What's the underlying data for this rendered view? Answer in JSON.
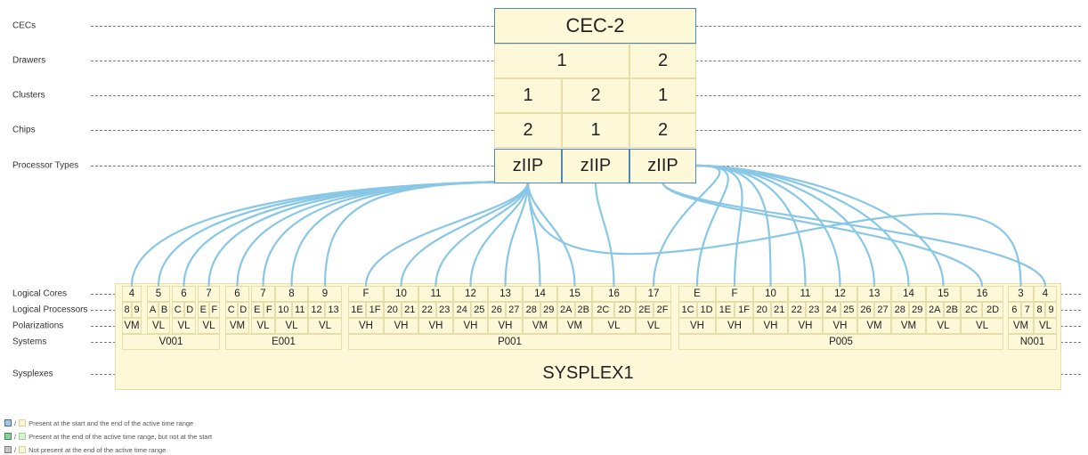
{
  "row_labels": {
    "cecs": "CECs",
    "drawers": "Drawers",
    "clusters": "Clusters",
    "chips": "Chips",
    "processor_types": "Processor Types",
    "logical_cores": "Logical Cores",
    "logical_processors": "Logical Processors",
    "polarizations": "Polarizations",
    "systems": "Systems",
    "sysplexes": "Sysplexes"
  },
  "cec": {
    "label": "CEC-2"
  },
  "drawers": [
    {
      "label": "1"
    },
    {
      "label": "2"
    }
  ],
  "clusters": [
    {
      "label": "1"
    },
    {
      "label": "2"
    },
    {
      "label": "1"
    }
  ],
  "chips": [
    {
      "label": "2"
    },
    {
      "label": "1"
    },
    {
      "label": "2"
    }
  ],
  "processor_types": [
    {
      "label": "zIIP"
    },
    {
      "label": "zIIP"
    },
    {
      "label": "zIIP"
    }
  ],
  "systems": [
    {
      "name": "V001",
      "cores": [
        {
          "core": "4",
          "lps": [
            "8",
            "9"
          ],
          "pol": "VM",
          "pt": 0
        },
        {
          "core": "5",
          "lps": [
            "A",
            "B"
          ],
          "pol": "VL",
          "pt": 0
        },
        {
          "core": "6",
          "lps": [
            "C",
            "D"
          ],
          "pol": "VL",
          "pt": 0
        },
        {
          "core": "7",
          "lps": [
            "E",
            "F"
          ],
          "pol": "VL",
          "pt": 0
        }
      ]
    },
    {
      "name": "E001",
      "cores": [
        {
          "core": "6",
          "lps": [
            "C",
            "D"
          ],
          "pol": "VM",
          "pt": 0
        },
        {
          "core": "7",
          "lps": [
            "E",
            "F"
          ],
          "pol": "VL",
          "pt": 0
        },
        {
          "core": "8",
          "lps": [
            "10",
            "11"
          ],
          "pol": "VL",
          "pt": 0
        },
        {
          "core": "9",
          "lps": [
            "12",
            "13"
          ],
          "pol": "VL",
          "pt": 0
        }
      ]
    },
    {
      "name": "P001",
      "cores": [
        {
          "core": "F",
          "lps": [
            "1E",
            "1F"
          ],
          "pol": "VH",
          "pt": 0
        },
        {
          "core": "10",
          "lps": [
            "20",
            "21"
          ],
          "pol": "VH",
          "pt": 0
        },
        {
          "core": "11",
          "lps": [
            "22",
            "23"
          ],
          "pol": "VH",
          "pt": 0
        },
        {
          "core": "12",
          "lps": [
            "24",
            "25"
          ],
          "pol": "VH",
          "pt": 0
        },
        {
          "core": "13",
          "lps": [
            "26",
            "27"
          ],
          "pol": "VH",
          "pt": 0
        },
        {
          "core": "14",
          "lps": [
            "28",
            "29"
          ],
          "pol": "VM",
          "pt": 0
        },
        {
          "core": "15",
          "lps": [
            "2A",
            "2B"
          ],
          "pol": "VM",
          "pt": 0
        },
        {
          "core": "16",
          "lps": [
            "2C",
            "2D"
          ],
          "pol": "VL",
          "pt": 1
        },
        {
          "core": "17",
          "lps": [
            "2E",
            "2F"
          ],
          "pol": "VL",
          "pt": 2
        }
      ]
    },
    {
      "name": "P005",
      "cores": [
        {
          "core": "E",
          "lps": [
            "1C",
            "1D"
          ],
          "pol": "VH",
          "pt": 2
        },
        {
          "core": "F",
          "lps": [
            "1E",
            "1F"
          ],
          "pol": "VH",
          "pt": 2
        },
        {
          "core": "10",
          "lps": [
            "20",
            "21"
          ],
          "pol": "VH",
          "pt": 2
        },
        {
          "core": "11",
          "lps": [
            "22",
            "23"
          ],
          "pol": "VH",
          "pt": 2
        },
        {
          "core": "12",
          "lps": [
            "24",
            "25"
          ],
          "pol": "VH",
          "pt": 2
        },
        {
          "core": "13",
          "lps": [
            "26",
            "27"
          ],
          "pol": "VM",
          "pt": 2
        },
        {
          "core": "14",
          "lps": [
            "28",
            "29"
          ],
          "pol": "VM",
          "pt": 2
        },
        {
          "core": "15",
          "lps": [
            "2A",
            "2B"
          ],
          "pol": "VL",
          "pt": 2
        },
        {
          "core": "16",
          "lps": [
            "2C",
            "2D"
          ],
          "pol": "VL",
          "pt": 2
        }
      ]
    },
    {
      "name": "N001",
      "cores": [
        {
          "core": "3",
          "lps": [
            "6",
            "7"
          ],
          "pol": "VM",
          "pt": 0
        },
        {
          "core": "4",
          "lps": [
            "8",
            "9"
          ],
          "pol": "VL",
          "pt": 2
        }
      ]
    }
  ],
  "sysplex": {
    "label": "SYSPLEX1"
  },
  "legend": [
    {
      "sep": "/",
      "text": "Present at the start and the end of the active time range",
      "dark": "#a9c6df",
      "dark_border": "#3f6f99",
      "light": "#fdf6d2",
      "light_border": "#e0d38d"
    },
    {
      "sep": "/",
      "text": "Present at the end of the active time range, but not at the start",
      "dark": "#8fd19e",
      "dark_border": "#3c8a4f",
      "light": "#d8f2d6",
      "light_border": "#9fd49c"
    },
    {
      "sep": "/",
      "text": "Not present at the end of the active time range",
      "dark": "#c6c6c6",
      "dark_border": "#808080",
      "light": "#fdf6d2",
      "light_border": "#e0d38d"
    }
  ],
  "colors": {
    "link": "#88c7e6",
    "box_fill": "#fdf8d8",
    "box_border": "#e6dda8",
    "accent_border": "#4f87b6"
  }
}
